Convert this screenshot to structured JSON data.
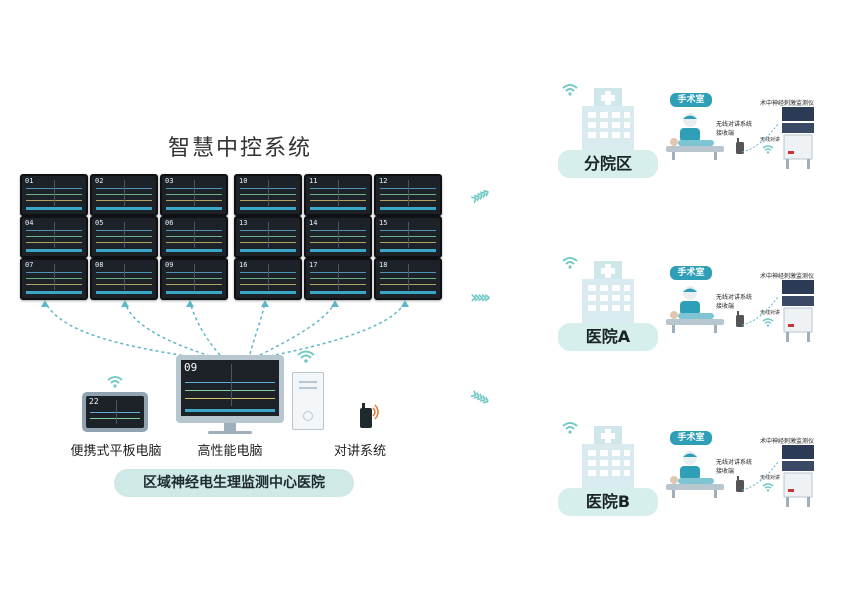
{
  "title": "智慧中控系统",
  "monitors": [
    "01",
    "02",
    "03",
    "10",
    "11",
    "12",
    "04",
    "05",
    "06",
    "13",
    "14",
    "15",
    "07",
    "08",
    "09",
    "16",
    "17",
    "18"
  ],
  "center_screen_number": "09",
  "tablet_screen_number": "22",
  "devices": {
    "tablet": "便携式平板电脑",
    "pc": "高性能电脑",
    "intercom": "对讲系统"
  },
  "center_hospital": "区域神经电生理监测中心医院",
  "hospitals": [
    {
      "name": "分院区",
      "room": "手术室",
      "receiver": "无线对讲系统\n接收端",
      "monitor_label": "术中神经刺激监测仪",
      "intercom_label": "无线对讲"
    },
    {
      "name": "医院A",
      "room": "手术室",
      "receiver": "无线对讲系统\n接收端",
      "monitor_label": "术中神经刺激监测仪",
      "intercom_label": "无线对讲"
    },
    {
      "name": "医院B",
      "room": "手术室",
      "receiver": "无线对讲系统\n接收端",
      "monitor_label": "术中神经刺激监测仪",
      "intercom_label": "无线对讲"
    }
  ],
  "colors": {
    "teal": "#74c9c6",
    "pill": "#d6eeec",
    "room": "#2f9fb7",
    "dark": "#1d2128"
  },
  "icons": [
    "wifi-icon",
    "hospital-building-icon",
    "surgeon-icon",
    "walkie-talkie-icon",
    "monitor-cart-icon",
    "chevron-arrow-icon"
  ]
}
